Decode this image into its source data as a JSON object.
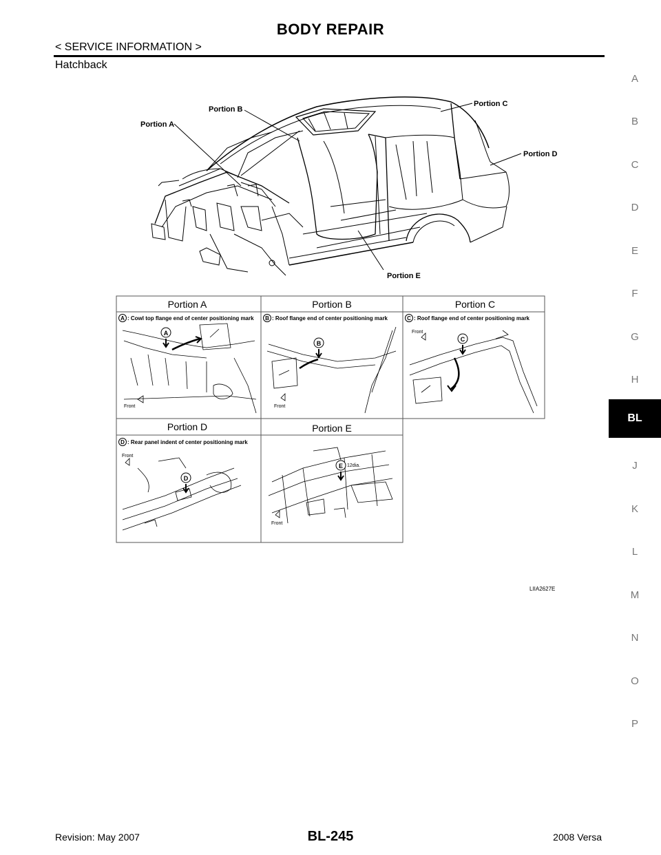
{
  "header": {
    "title": "BODY REPAIR",
    "subtitle": "< SERVICE INFORMATION >"
  },
  "section": {
    "label": "Hatchback"
  },
  "side_tabs": [
    {
      "label": "A",
      "active": false
    },
    {
      "label": "B",
      "active": false
    },
    {
      "label": "C",
      "active": false
    },
    {
      "label": "D",
      "active": false
    },
    {
      "label": "E",
      "active": false
    },
    {
      "label": "F",
      "active": false
    },
    {
      "label": "G",
      "active": false
    },
    {
      "label": "H",
      "active": false
    },
    {
      "label": "BL",
      "active": true
    },
    {
      "label": "J",
      "active": false
    },
    {
      "label": "K",
      "active": false
    },
    {
      "label": "L",
      "active": false
    },
    {
      "label": "M",
      "active": false
    },
    {
      "label": "N",
      "active": false
    },
    {
      "label": "O",
      "active": false
    },
    {
      "label": "P",
      "active": false
    }
  ],
  "figure": {
    "callouts": {
      "a": "Portion A",
      "b": "Portion B",
      "c": "Portion C",
      "d": "Portion D",
      "e": "Portion E"
    },
    "table": {
      "headers_row1": [
        "Portion A",
        "Portion B",
        "Portion C"
      ],
      "headers_row2": [
        "Portion D",
        "Portion E"
      ],
      "captions": {
        "a": ": Cowl top flange end of center positioning mark",
        "b": ": Roof flange end of center positioning mark",
        "c": ": Roof flange end of center positioning mark",
        "d": ": Rear panel indent of center positioning mark"
      },
      "markers": {
        "a": "A",
        "b": "B",
        "c": "C",
        "d": "D",
        "e": "E"
      },
      "front_label": "Front",
      "dia_label": "12dia."
    },
    "code": "LIIA2627E"
  },
  "footer": {
    "revision": "Revision: May 2007",
    "page": "BL-245",
    "model": "2008 Versa"
  }
}
